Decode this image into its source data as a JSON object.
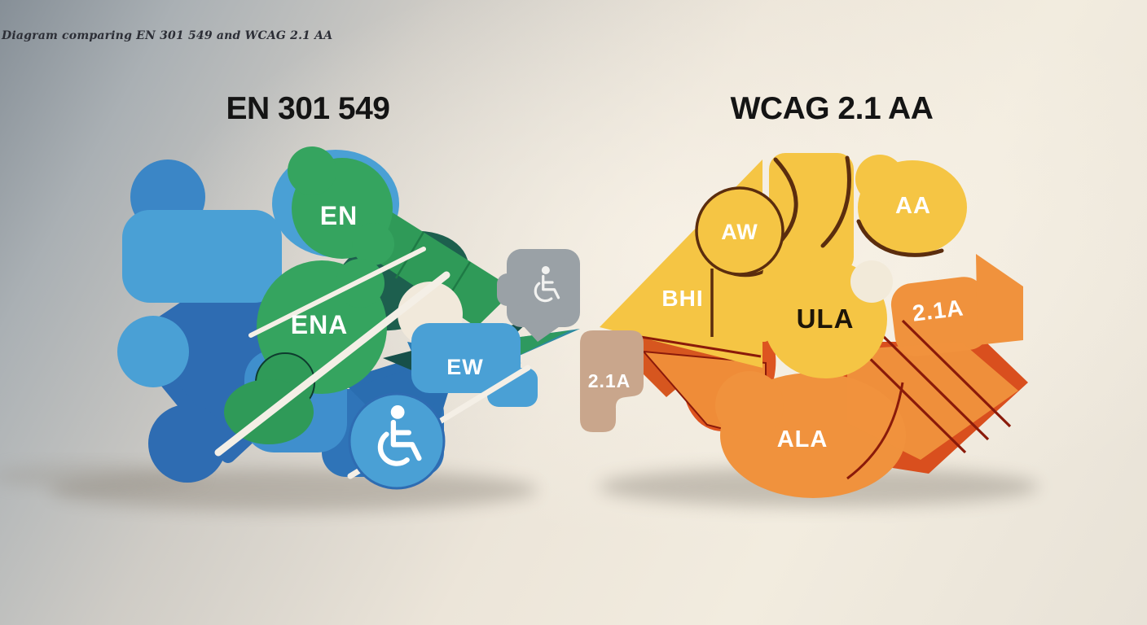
{
  "caption": "Diagram comparing EN 301 549 and WCAG 2.1 AA",
  "left_diagram": {
    "title": "EN 301 549",
    "piece_labels": {
      "en": "EN",
      "ena": "ENA",
      "ew": "EW"
    },
    "icons": {
      "large_badge": "wheelchair-icon",
      "gray_tab": "wheelchair-icon"
    },
    "colors": {
      "light_blue": "#4aa0d5",
      "mid_blue": "#3b86c6",
      "dark_blue": "#2e6cb2",
      "green": "#35a45f",
      "mid_green": "#2f9a58",
      "teal": "#1d5f4e",
      "gray": "#9aa1a6"
    }
  },
  "right_diagram": {
    "title": "WCAG 2.1 AA",
    "piece_labels": {
      "aw": "AW",
      "aa": "AA",
      "bhi": "BHI",
      "ula": "ULA",
      "a21_right": "2.1A",
      "a21_left": "2.1A",
      "ala": "ALA"
    },
    "colors": {
      "yellow": "#f5c544",
      "orange": "#f0923d",
      "red_orange": "#dd5420",
      "tan": "#c9a68c",
      "outline_brown": "#5b2d0e",
      "outline_dark_red": "#8a1a0a"
    }
  },
  "background": {
    "top_left": "#868f97",
    "center": "#f2ecdf",
    "bottom": "#e8e2d7"
  }
}
